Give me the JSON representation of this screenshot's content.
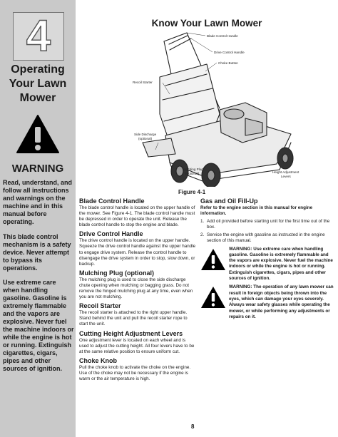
{
  "sidebar": {
    "chapter_number": "4",
    "section_title": [
      "Operating",
      "Your Lawn",
      "Mower"
    ],
    "warning_label": "WARNING",
    "paragraphs": [
      "Read, understand, and follow all instructions and warnings on the machine and in this manual before operating.",
      "This blade control mechanism is a safety device. Never attempt to bypass its operations.",
      "Use extreme care when handling gasoline. Gasoline is extremely flammable and the vapors are explosive. Never fuel the machine indoors or while the engine is hot or running. Extinguish cigarettes, cigars, pipes and other sources of ignition."
    ]
  },
  "page_title": "Know Your Lawn Mower",
  "figure": {
    "caption": "Figure 4-1",
    "labels": {
      "blade_control_handle": "Blade Control Handle",
      "drive_control_handle": "Drive Control Handle",
      "choke_button": "Choke Button",
      "recoil_starter": "Recoil Starter",
      "side_discharge": "Side Discharge (optional)",
      "side_discharge_l1": "Side Discharge",
      "side_discharge_l2": "(optional)",
      "mulching_plug_l1": "Mulching Plug",
      "mulching_plug_l2": "(optional)",
      "height_adjustment_l1": "Height Adjustment",
      "height_adjustment_l2": "Levers"
    }
  },
  "left_column": [
    {
      "heading": "Blade Control Handle",
      "body": "The blade control handle is located on the upper handle of the mower. See Figure 4-1. The blade control handle must be depressed in order to operate the unit. Release the blade control handle to stop the engine and blade."
    },
    {
      "heading": "Drive Control Handle",
      "body": "The drive control handle is located on the upper handle. Squeeze the drive control handle against the upper handle to engage drive system. Release the control handle to disengage the drive system in order to stop, slow down, or backup."
    },
    {
      "heading": "Mulching Plug (optional)",
      "body": "The mulching plug is used to close the side discharge chute opening when mulching or bagging grass. Do not remove the hinged mulching plug at any time, even when you are not mulching."
    },
    {
      "heading": "Recoil Starter",
      "body": "The recoil starter is attached to the right upper handle. Stand behind the unit and pull the recoil starter rope to start the unit."
    },
    {
      "heading": "Cutting Height Adjustment Levers",
      "body": "One adjustment lever is located on each wheel and is used to adjust the cutting height. All four levers have to be at the same relative position to ensure uniform cut."
    },
    {
      "heading": "Choke Knob",
      "body": "Pull the choke knob to activate the choke on the engine. Use of the choke may not be necessary if the engine is warm or the air temperature is high."
    }
  ],
  "right_column": {
    "heading": "Gas and Oil Fill-Up",
    "intro": "Refer to the engine section in this manual for engine information.",
    "steps": [
      {
        "num": "1.",
        "text": "Add oil provided before starting unit for the first time out of the box."
      },
      {
        "num": "2.",
        "text": "Service the engine with gasoline as instructed in the engine section of this manual."
      }
    ],
    "warnings": [
      "WARNING: Use extreme care when handling gasoline. Gasoline is extremely flammable and the vapors are explosive. Never fuel the machine indoors or while the engine is hot or running. Extinguish cigarettes, cigars, pipes and other sources of ignition.",
      "WARNING: The operation of any lawn mower can result in foreign objects being thrown into the eyes, which can damage your eyes severely. Always wear safety glasses while operating the mower, or while performing any adjustments or repairs on it."
    ]
  },
  "page_number": "8",
  "colors": {
    "sidebar_bg": "#c9c9c9",
    "text": "#1a1a1a",
    "warning_black": "#000000"
  }
}
